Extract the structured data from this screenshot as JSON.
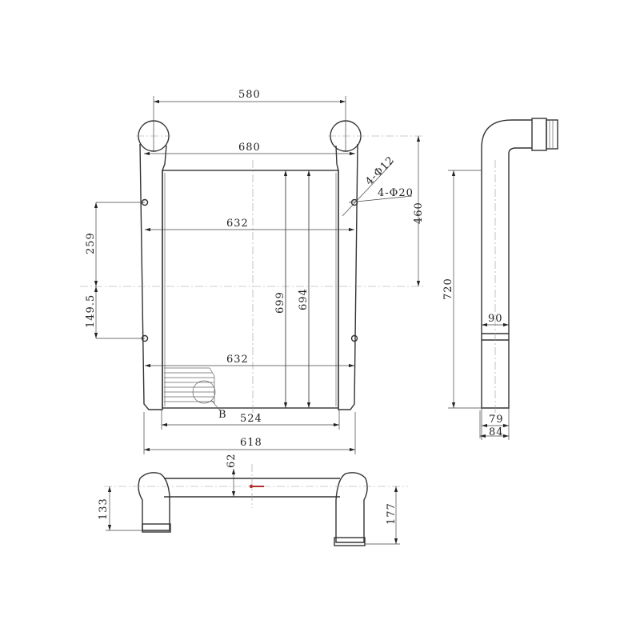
{
  "drawing": {
    "front_view": {
      "dims": {
        "top_pipe_spacing": "580",
        "overall_width_top": "680",
        "mount_width_upper": "632",
        "mount_width_lower": "632",
        "core_width": "524",
        "overall_width_bottom": "618",
        "upper_mount_offset": "259",
        "lower_mount_offset": "149.5",
        "core_height": "699",
        "core_height_inner": "694",
        "pipe_to_center": "460"
      },
      "holes_small": "4-Φ12",
      "holes_large": "4-Φ20",
      "detail_label": "B"
    },
    "side_view": {
      "dims": {
        "height": "720",
        "depth_mid": "90",
        "depth_core": "79",
        "depth_overall": "84"
      }
    },
    "bottom_view": {
      "dims": {
        "bar_height": "62",
        "left_pipe": "133",
        "right_pipe": "177"
      }
    },
    "accent_color": "#b03030"
  }
}
